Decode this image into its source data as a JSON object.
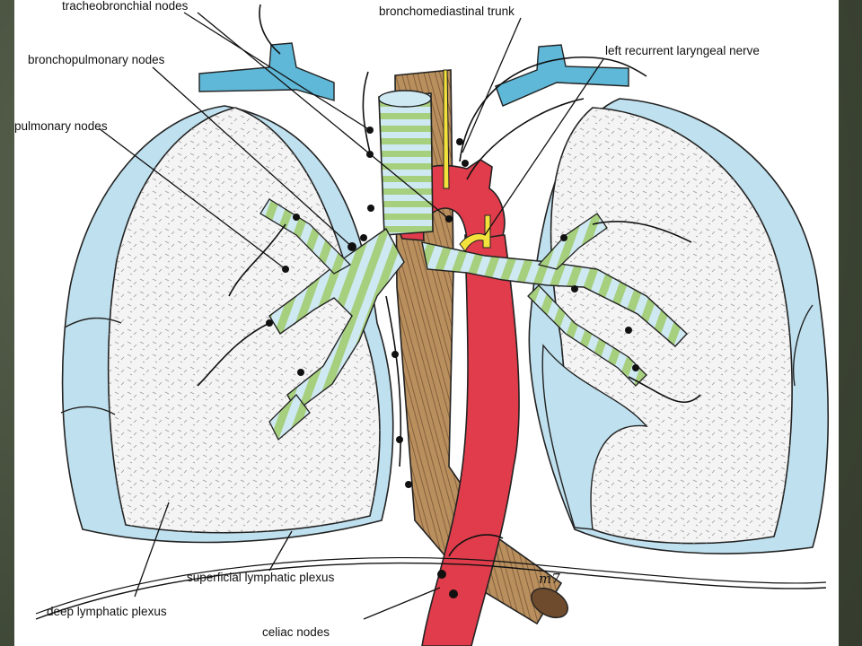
{
  "labels": {
    "tracheobronchial": "tracheobronchial nodes",
    "bronchomediastinal": "bronchomediastinal trunk",
    "left_recurrent": "left recurrent laryngeal nerve",
    "bronchopulmonary": "bronchopulmonary nodes",
    "pulmonary": "pulmonary nodes",
    "superficial": "superficial lymphatic plexus",
    "deep": "deep lymphatic plexus",
    "celiac": "celiac nodes"
  },
  "signature": "m7",
  "colors": {
    "pleura": "#bfe0ee",
    "lung": "#f4f4f4",
    "airway_green": "#a6cf7e",
    "airway_blue": "#cfe9f3",
    "aorta": "#e03c4b",
    "esophagus": "#b98f5e",
    "vessel_blue": "#5fb8d8",
    "nerve": "#f4e23c",
    "background": "#444c3a"
  }
}
